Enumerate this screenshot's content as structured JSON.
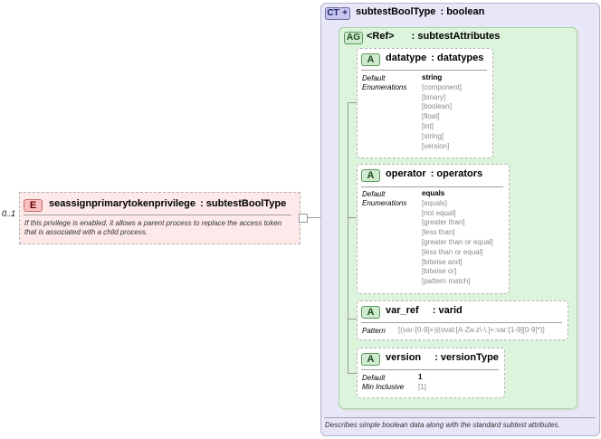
{
  "element": {
    "cardinality": "0..1",
    "badge": "E",
    "name": "seassignprimarytokenprivilege",
    "type": ": subtestBoolType",
    "doc": "If this privilege is enabled, it allows a parent process to replace the access token that is associated with a child process."
  },
  "complex_type": {
    "badge": "CT",
    "name": "subtestBoolType",
    "type": ": boolean",
    "doc": "Describes simple boolean data along with the standard subtest attributes."
  },
  "attribute_group": {
    "badge": "AG",
    "name": "<Ref>",
    "type": ": subtestAttributes"
  },
  "attributes": [
    {
      "badge": "A",
      "name": "datatype",
      "type": ": datatypes",
      "props": [
        "Default",
        "Enumerations"
      ],
      "values": [
        "string",
        "[component]",
        "[binary]",
        "[boolean]",
        "[float]",
        "[int]",
        "[string]",
        "[version]"
      ]
    },
    {
      "badge": "A",
      "name": "operator",
      "type": ": operators",
      "props": [
        "Default",
        "Enumerations"
      ],
      "values": [
        "equals",
        "[equals]",
        "[not equal]",
        "[greater than]",
        "[less than]",
        "[greater than or equal]",
        "[less than or equal]",
        "[bitwise and]",
        "[bitwise or]",
        "[pattern match]"
      ]
    },
    {
      "badge": "A",
      "name": "var_ref",
      "type": ": varid",
      "props": [
        "Pattern"
      ],
      "values": [
        "[(var-[0-9]+)|(oval:[A-Za-z\\-\\.]+:var:[1-9][0-9]*)]"
      ]
    },
    {
      "badge": "A",
      "name": "version",
      "type": ": versionType",
      "props": [
        "Default",
        "Min Inclusive"
      ],
      "values": [
        "1",
        "[1]"
      ]
    }
  ]
}
